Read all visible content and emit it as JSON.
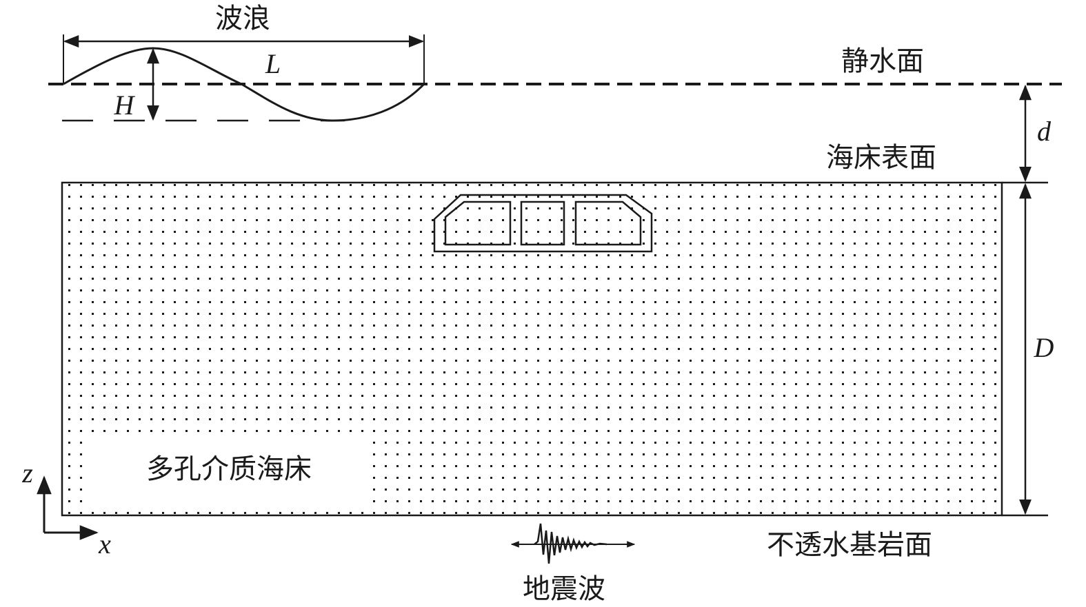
{
  "labels": {
    "wave": "波浪",
    "still_water": "静水面",
    "seabed_surface": "海床表面",
    "porous_seabed": "多孔介质海床",
    "bedrock": "不透水基岩面",
    "seismic_wave": "地震波"
  },
  "symbols": {
    "wavelength": "L",
    "wave_height": "H",
    "water_depth": "d",
    "seabed_thickness": "D",
    "axis_z": "z",
    "axis_x": "x"
  }
}
